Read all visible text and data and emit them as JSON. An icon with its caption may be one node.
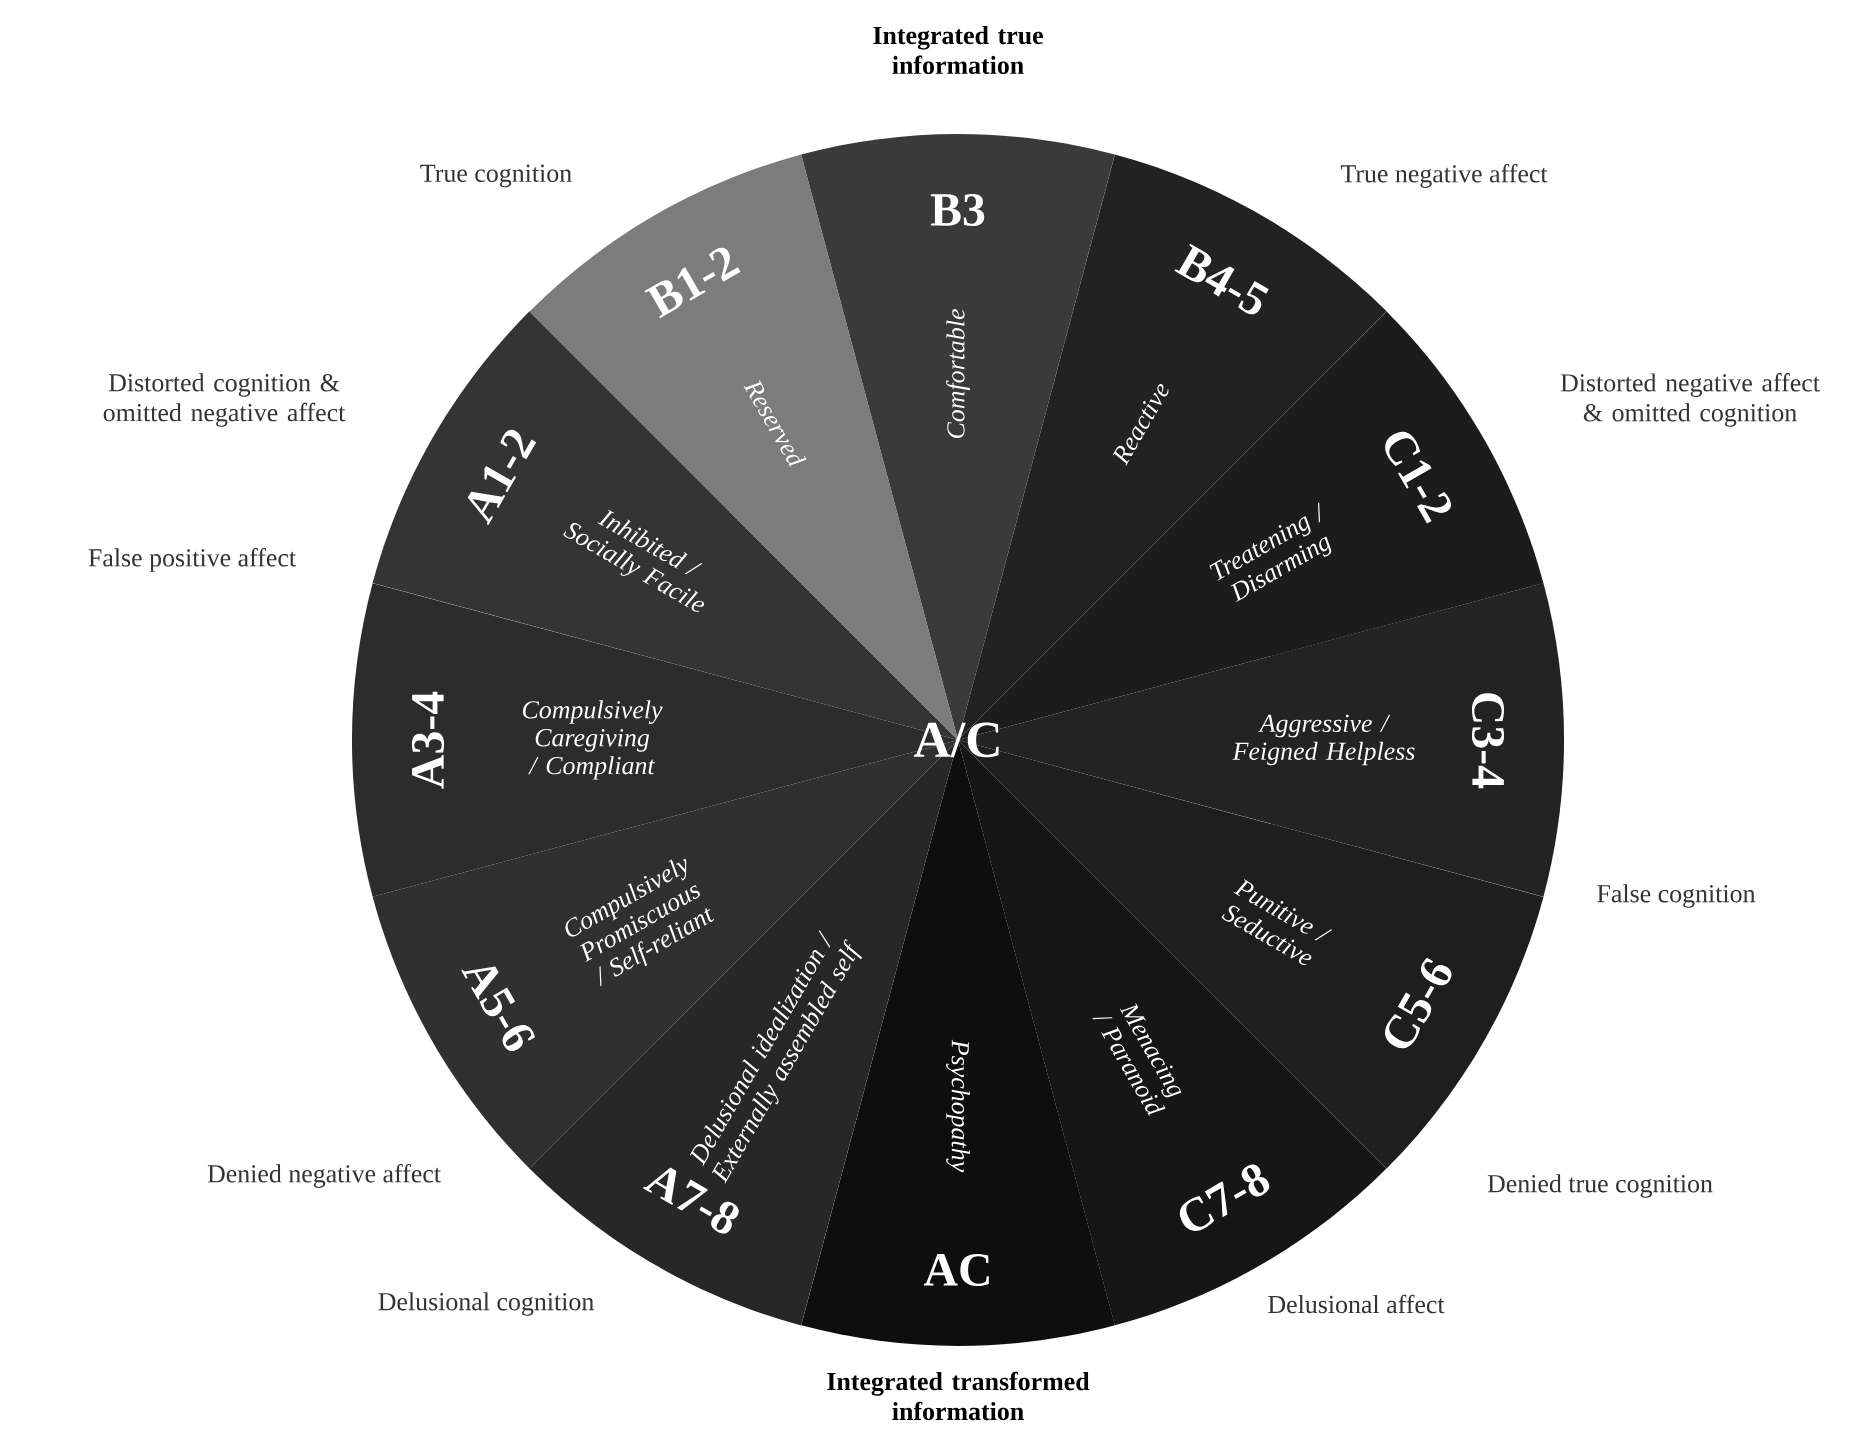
{
  "diagram": {
    "nodes": [
      {
        "text": [
          "B3",
          "Comfortable"
        ]
      },
      {
        "text": [
          "B4-5",
          "Reactive"
        ]
      },
      {
        "text": [
          "C1-2",
          "Treatening / Disarming"
        ]
      },
      {
        "text": [
          "C3-4",
          "Aggressive / Feigned Helpless"
        ]
      },
      {
        "text": [
          "C5-6",
          "Punitive / Seductive"
        ]
      },
      {
        "text": [
          "C7-8",
          "Menacing / Paranoid"
        ]
      },
      {
        "text": [
          "AC",
          "Psychopathy"
        ]
      },
      {
        "text": [
          "A7-8",
          "Delusional idealization / Externally assembled self"
        ]
      },
      {
        "text": [
          "A5-6",
          "Compulsively Promiscuous / Self-reliant"
        ]
      },
      {
        "text": [
          "A3-4",
          "Compulsively Caregiving / Compliant"
        ]
      },
      {
        "text": [
          "A1-2",
          "Inhibited / Socially Facile"
        ]
      },
      {
        "text": [
          "B1-2",
          "Reserved"
        ]
      }
    ],
    "labels": [
      "Integrated true information",
      "True cognition",
      "True negative affect",
      "Distorted cognition & omitted negative affect",
      "Distorted negative affect & omitted cognition",
      "False positive affect",
      "A/C",
      "False cognition",
      "Denied negative affect",
      "Denied true cognition",
      "Delusional cognition",
      "Delusional affect",
      "Integrated transformed information"
    ]
  }
}
